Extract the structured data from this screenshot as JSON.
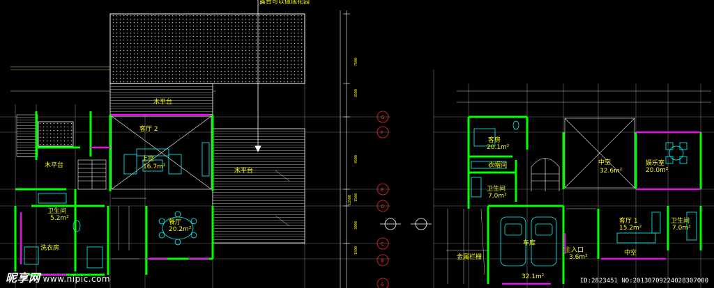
{
  "top_note": "露台可以做成花园",
  "rooms_left": [
    {
      "key": "ketingtwo",
      "name": "客厅 2"
    },
    {
      "key": "mupingtai_top",
      "name": "木平台"
    },
    {
      "key": "mupingtai_left",
      "name": "木平台"
    },
    {
      "key": "mupingtai_right",
      "name": "木平台"
    },
    {
      "key": "shangkong",
      "name": "上空",
      "area": "16.7m²"
    },
    {
      "key": "weishengjian_l",
      "name": "卫生间",
      "area": "5.2m²"
    },
    {
      "key": "xiyifang",
      "name": "洗衣房"
    },
    {
      "key": "canting",
      "name": "餐厅",
      "area": "20.2m²"
    }
  ],
  "rooms_right": [
    {
      "key": "kefang",
      "name": "客房",
      "area": "20.1m²"
    },
    {
      "key": "yimaojian",
      "name": "衣帽间"
    },
    {
      "key": "weishengjian_m",
      "name": "卫生间",
      "area": "7.0m²"
    },
    {
      "key": "zhongkong_top",
      "name": "中空",
      "area": "32.6m²"
    },
    {
      "key": "yulejian",
      "name": "娱乐室",
      "area": "20.0m²"
    },
    {
      "key": "keting1",
      "name": "客厅 1",
      "area": "15.2m²"
    },
    {
      "key": "weishengjian_r",
      "name": "卫生间",
      "area": "7.0m²"
    },
    {
      "key": "cheku",
      "name": "车库",
      "area": "32.1m²"
    },
    {
      "key": "zhurukou",
      "name": "主入口",
      "area": "3.6m²"
    },
    {
      "key": "zhongkong_bottom",
      "name": "中空"
    },
    {
      "key": "jinshulangan",
      "name": "金属栏栅"
    }
  ],
  "axis_labels": [
    "G",
    "F",
    "E",
    "D",
    "C",
    "B",
    "A"
  ],
  "vertical_dims": [
    "7500",
    "3500",
    "4500",
    "1500",
    "13500",
    "3000",
    "1500"
  ],
  "watermark": {
    "logo": "昵享网",
    "url": "www.nipic.com"
  },
  "image_id": "ID:2823451 NO:20130709224028307000",
  "colors": {
    "wall": "#00ff00",
    "accent": "#ff00ff",
    "text": "#ffff00",
    "line": "#ffffff",
    "axis": "#ff2a2a",
    "cyan": "#00ffff"
  }
}
